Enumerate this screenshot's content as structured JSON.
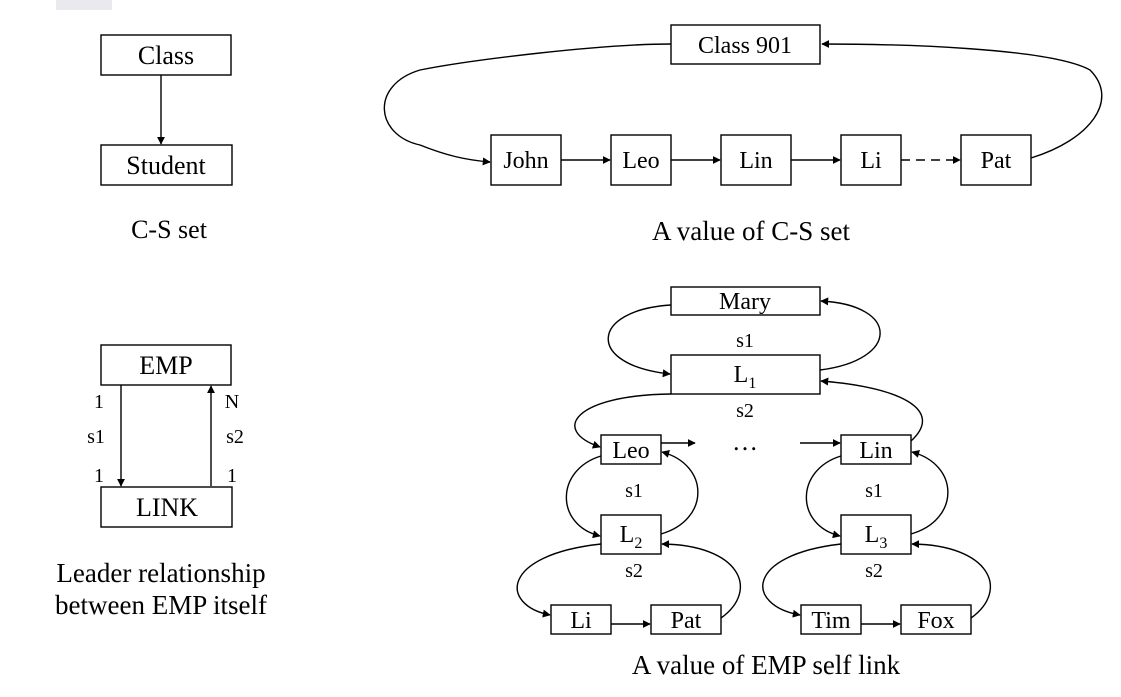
{
  "colors": {
    "ink": "#000000",
    "background": "#ffffff",
    "corner": "#e9e9ee"
  },
  "cs_schema": {
    "class_label": "Class",
    "student_label": "Student",
    "caption": "C-S set"
  },
  "cs_value": {
    "class_label": "Class 901",
    "students": [
      "John",
      "Leo",
      "Lin",
      "Li",
      "Pat"
    ],
    "caption": "A value of C-S set"
  },
  "emp_schema": {
    "emp_label": "EMP",
    "link_label": "LINK",
    "s1_label": "s1",
    "s2_label": "s2",
    "s1_top_card": "1",
    "s1_bottom_card": "1",
    "s2_top_card": "N",
    "s2_bottom_card": "1",
    "caption_line1": "Leader relationship",
    "caption_line2": "between EMP itself"
  },
  "emp_value": {
    "mary": "Mary",
    "l1": {
      "base": "L",
      "sub": "1"
    },
    "l2": {
      "base": "L",
      "sub": "2"
    },
    "l3": {
      "base": "L",
      "sub": "3"
    },
    "leo": "Leo",
    "lin": "Lin",
    "li": "Li",
    "pat": "Pat",
    "tim": "Tim",
    "fox": "Fox",
    "ellipsis": "…",
    "s1_label": "s1",
    "s2_label": "s2",
    "caption": "A value of EMP self link"
  }
}
